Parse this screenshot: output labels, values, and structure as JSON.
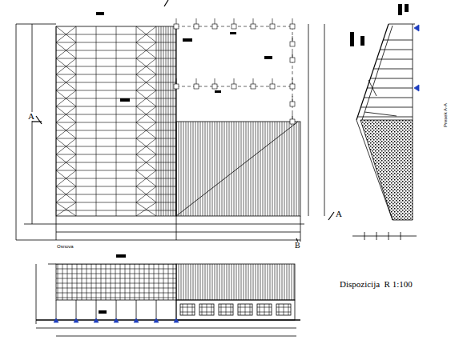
{
  "diagram": {
    "labels": [
      "A",
      "A",
      "B",
      "Osnova",
      "Dispozicija  R 1:100",
      "Presek A-A"
    ]
  }
}
